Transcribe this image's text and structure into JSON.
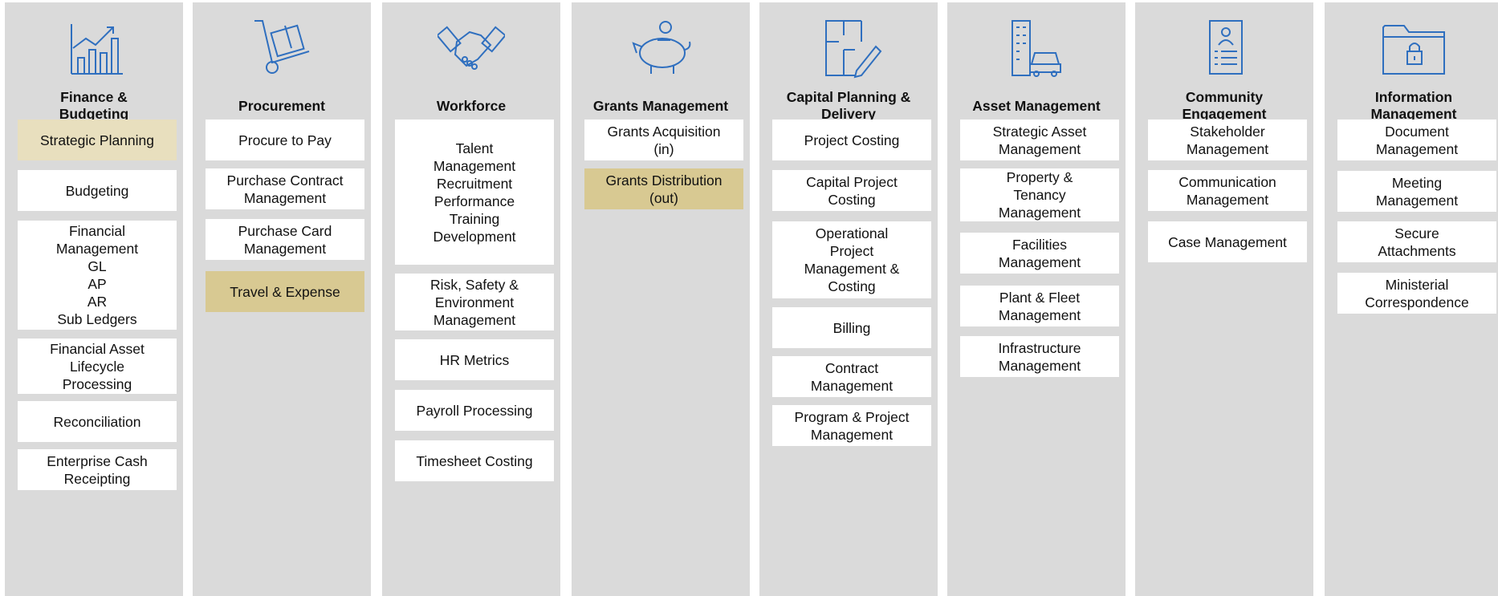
{
  "columns": [
    {
      "title": "Finance &\nBudgeting",
      "icon": "chart-growth-icon",
      "items": [
        {
          "label": "Strategic Planning",
          "style": "highlight-light"
        },
        {
          "label": "Budgeting"
        },
        {
          "label": "Financial\nManagement\nGL\nAP\nAR\nSub Ledgers"
        },
        {
          "label": "Financial Asset\nLifecycle\nProcessing"
        },
        {
          "label": "Reconciliation"
        },
        {
          "label": "Enterprise Cash\nReceipting"
        }
      ]
    },
    {
      "title": "Procurement",
      "icon": "hand-truck-icon",
      "items": [
        {
          "label": "Procure to Pay"
        },
        {
          "label": "Purchase Contract\nManagement"
        },
        {
          "label": "Purchase Card\nManagement"
        },
        {
          "label": "Travel & Expense",
          "style": "highlight-gold"
        }
      ]
    },
    {
      "title": "Workforce",
      "icon": "handshake-icon",
      "items": [
        {
          "label": "Talent\nManagement\nRecruitment\nPerformance\nTraining\nDevelopment"
        },
        {
          "label": "Risk, Safety &\nEnvironment\nManagement"
        },
        {
          "label": "HR Metrics"
        },
        {
          "label": "Payroll Processing"
        },
        {
          "label": "Timesheet Costing"
        }
      ]
    },
    {
      "title": "Grants Management",
      "icon": "piggy-bank-icon",
      "items": [
        {
          "label": "Grants Acquisition\n(in)"
        },
        {
          "label": "Grants Distribution\n(out)",
          "style": "highlight-gold"
        }
      ]
    },
    {
      "title": "Capital Planning &\nDelivery",
      "icon": "floor-plan-icon",
      "items": [
        {
          "label": "Project Costing"
        },
        {
          "label": "Capital Project\nCosting"
        },
        {
          "label": "Operational\nProject\nManagement &\nCosting"
        },
        {
          "label": "Billing"
        },
        {
          "label": "Contract\nManagement"
        },
        {
          "label": "Program & Project\nManagement"
        }
      ]
    },
    {
      "title": "Asset Management",
      "icon": "building-car-icon",
      "items": [
        {
          "label": "Strategic Asset\nManagement"
        },
        {
          "label": "Property &\nTenancy\nManagement"
        },
        {
          "label": "Facilities\nManagement"
        },
        {
          "label": "Plant & Fleet\nManagement"
        },
        {
          "label": "Infrastructure\nManagement"
        }
      ]
    },
    {
      "title": "Community\nEngagement",
      "icon": "profile-document-icon",
      "items": [
        {
          "label": "Stakeholder\nManagement"
        },
        {
          "label": "Communication\nManagement"
        },
        {
          "label": "Case Management"
        }
      ]
    },
    {
      "title": "Information\nManagement",
      "icon": "locked-folder-icon",
      "items": [
        {
          "label": "Document\nManagement"
        },
        {
          "label": "Meeting\nManagement"
        },
        {
          "label": "Secure\nAttachments"
        },
        {
          "label": "Ministerial\nCorrespondence"
        }
      ]
    }
  ],
  "colors": {
    "column_bg": "#dadada",
    "box_bg": "#ffffff",
    "highlight_light": "#e8dfbe",
    "highlight_gold": "#d8c992",
    "icon_blue": "#2f6fbf"
  }
}
